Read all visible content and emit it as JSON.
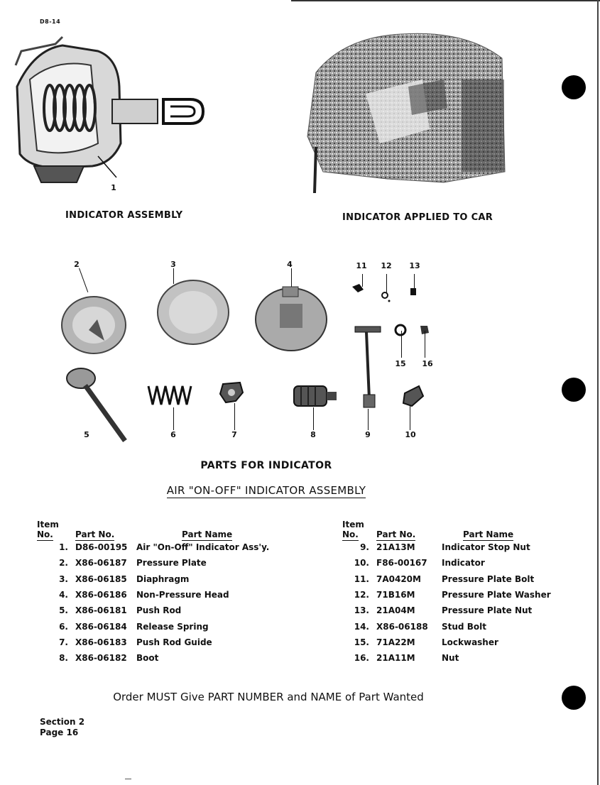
{
  "page": {
    "code": "D8-14",
    "section_label": "Section 2",
    "page_label": "Page 16"
  },
  "figures": {
    "indicator_assembly": {
      "caption": "INDICATOR ASSEMBLY",
      "callout": "1"
    },
    "indicator_applied": {
      "caption": "INDICATOR APPLIED TO CAR"
    }
  },
  "parts_callouts": [
    "2",
    "3",
    "4",
    "5",
    "6",
    "7",
    "8",
    "9",
    "10",
    "11",
    "12",
    "13",
    "15",
    "16"
  ],
  "headings": {
    "parts_for": "PARTS FOR INDICATOR",
    "assembly_title": "AIR \"ON-OFF\" INDICATOR ASSEMBLY"
  },
  "table": {
    "headers": {
      "item_top": "Item",
      "item_no": "No.",
      "part_no": "Part No.",
      "part_name": "Part Name"
    },
    "left": [
      {
        "no": "1.",
        "part_no": "D86-00195",
        "name": "Air \"On-Off\" Indicator Ass'y."
      },
      {
        "no": "2.",
        "part_no": "X86-06187",
        "name": "Pressure Plate"
      },
      {
        "no": "3.",
        "part_no": "X86-06185",
        "name": "Diaphragm"
      },
      {
        "no": "4.",
        "part_no": "X86-06186",
        "name": "Non-Pressure Head"
      },
      {
        "no": "5.",
        "part_no": "X86-06181",
        "name": "Push Rod"
      },
      {
        "no": "6.",
        "part_no": "X86-06184",
        "name": "Release Spring"
      },
      {
        "no": "7.",
        "part_no": "X86-06183",
        "name": "Push Rod Guide"
      },
      {
        "no": "8.",
        "part_no": "X86-06182",
        "name": "Boot"
      }
    ],
    "right": [
      {
        "no": "9.",
        "part_no": "21A13M",
        "name": "Indicator Stop Nut"
      },
      {
        "no": "10.",
        "part_no": "F86-00167",
        "name": "Indicator"
      },
      {
        "no": "11.",
        "part_no": "7A0420M",
        "name": "Pressure Plate Bolt"
      },
      {
        "no": "12.",
        "part_no": "71B16M",
        "name": "Pressure Plate Washer"
      },
      {
        "no": "13.",
        "part_no": "21A04M",
        "name": "Pressure Plate Nut"
      },
      {
        "no": "14.",
        "part_no": "X86-06188",
        "name": "Stud Bolt"
      },
      {
        "no": "15.",
        "part_no": "71A22M",
        "name": "Lockwasher"
      },
      {
        "no": "16.",
        "part_no": "21A11M",
        "name": "Nut"
      }
    ]
  },
  "footer_note": "Order MUST Give PART NUMBER and NAME of Part Wanted"
}
